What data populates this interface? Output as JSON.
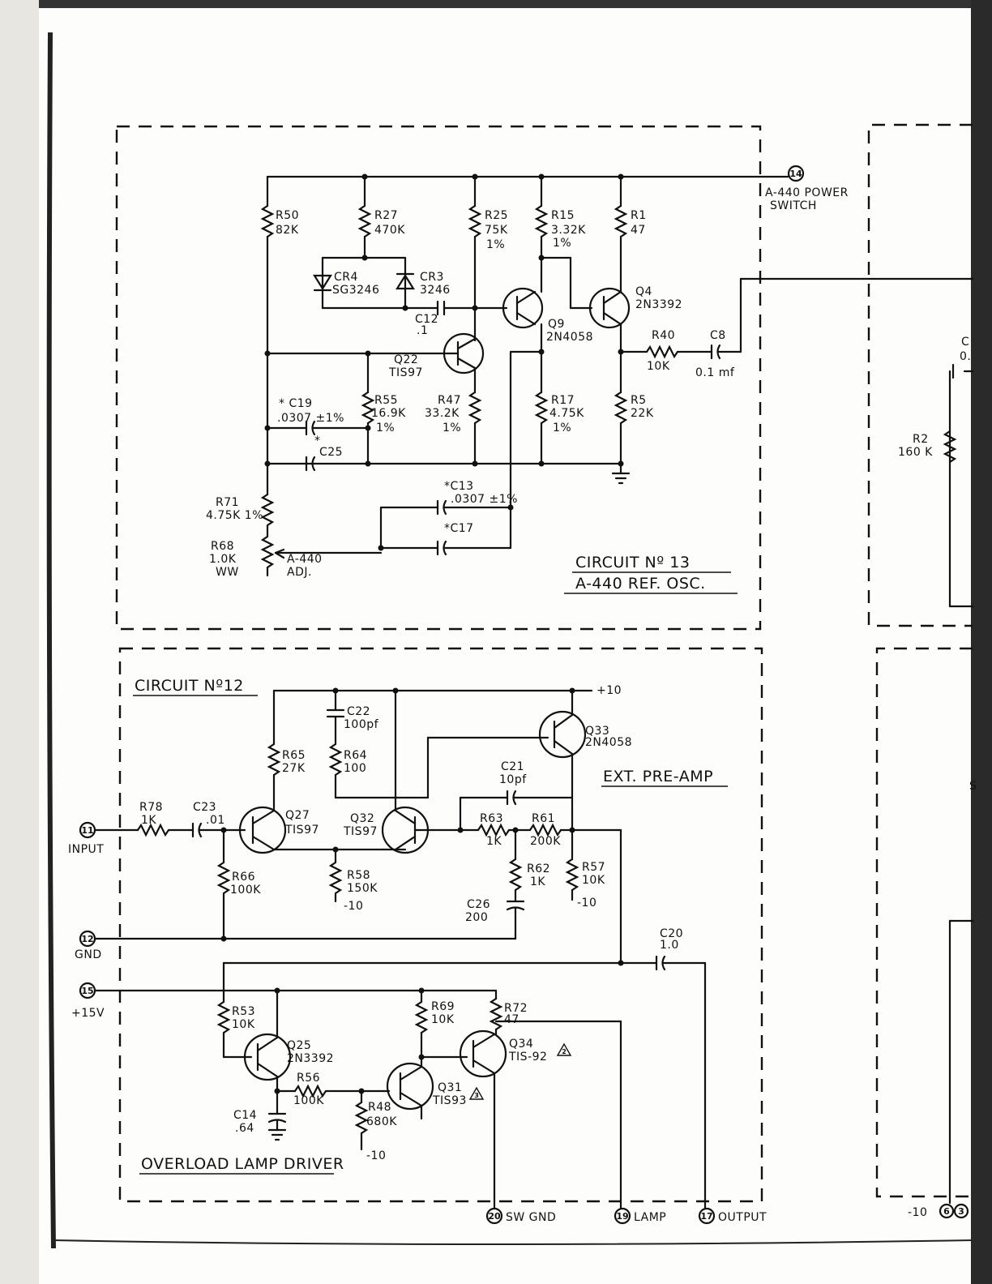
{
  "circuit13": {
    "title": "CIRCUIT Nº 13",
    "subtitle": "A-440 REF. OSC.",
    "terminal14": "14",
    "power_switch_1": "A-440 POWER",
    "power_switch_2": "SWITCH",
    "r50": "R50",
    "r50v": "82K",
    "r27": "R27",
    "r27v": "470K",
    "r25": "R25",
    "r25v": "75K",
    "r25t": "1%",
    "r15": "R15",
    "r15v": "3.32K",
    "r15t": "1%",
    "r1": "R1",
    "r1v": "47",
    "cr4": "CR4",
    "cr4v": "SG3246",
    "cr3": "CR3",
    "cr3v": "3246",
    "c12": "C12",
    "c12v": ".1",
    "q9": "Q9",
    "q9v": "2N4058",
    "q4": "Q4",
    "q4v": "2N3392",
    "q22": "Q22",
    "q22v": "TIS97",
    "r40": "R40",
    "r40v": "10K",
    "c8": "C8",
    "c8v": "0.1 mf",
    "c19": "* C19",
    "c19v": ".0307 ±1%",
    "r55": "R55",
    "r55v": "16.9K",
    "r55t": "1%",
    "r47": "R47",
    "r47v": "33.2K",
    "r47t": "1%",
    "r17": "R17",
    "r17v": "4.75K",
    "r17t": "1%",
    "r5": "R5",
    "r5v": "22K",
    "c25": "C25",
    "c25star": "*",
    "c13": "*C13",
    "c13v": ".0307 ±1%",
    "c17": "*C17",
    "r71": "R71",
    "r71v": "4.75K 1%",
    "r68": "R68",
    "r68v": "1.0K",
    "r68t": "WW",
    "adj1": "A-440",
    "adj2": "ADJ."
  },
  "right_partial": {
    "c_label": "C",
    "c_val": "0.",
    "r2": "R2",
    "r2v": "160 K",
    "s_label": "S",
    "minus10": "-10",
    "term6": "6",
    "term3": "3"
  },
  "circuit12": {
    "title": "CIRCUIT Nº12",
    "preamp": "EXT. PRE-AMP",
    "plus10": "+10",
    "c22": "C22",
    "c22v": "100pf",
    "r65": "R65",
    "r65v": "27K",
    "r64": "R64",
    "r64v": "100",
    "q33": "Q33",
    "q33v": "2N4058",
    "c21": "C21",
    "c21v": "10pf",
    "r78": "R78",
    "r78v": "1K",
    "c23": "C23",
    "c23v": ".01",
    "q27": "Q27",
    "q27v": "TIS97",
    "q32": "Q32",
    "q32v": "TIS97",
    "r63": "R63",
    "r63v": "1K",
    "r61": "R61",
    "r61v": "200K",
    "term11": "11",
    "input": "INPUT",
    "r66": "R66",
    "r66v": "100K",
    "r58": "R58",
    "r58v": "150K",
    "r58n": "-10",
    "r62": "R62",
    "r62v": "1K",
    "r57": "R57",
    "r57v": "10K",
    "r57n": "-10",
    "c26": "C26",
    "c26v": "200",
    "term12": "12",
    "gnd": "GND",
    "c20": "C20",
    "c20v": "1.0",
    "term15": "15",
    "plus15": "+15V"
  },
  "overload": {
    "title": "OVERLOAD LAMP DRIVER",
    "r53": "R53",
    "r53v": "10K",
    "q25": "Q25",
    "q25v": "2N3392",
    "r69": "R69",
    "r69v": "10K",
    "r72": "R72",
    "r72v": "47",
    "q34": "Q34",
    "q34v": "TIS-92",
    "q34n": "2",
    "r56": "R56",
    "r56v": "100K",
    "q31": "Q31",
    "q31v": "TIS93",
    "q31n": "3",
    "c14": "C14",
    "c14v": ".64",
    "r48": "R48",
    "r48v": "680K",
    "r48n": "-10",
    "term20": "20",
    "swgnd": "SW GND",
    "term19": "19",
    "lamp": "LAMP",
    "term17": "17",
    "output": "OUTPUT"
  }
}
